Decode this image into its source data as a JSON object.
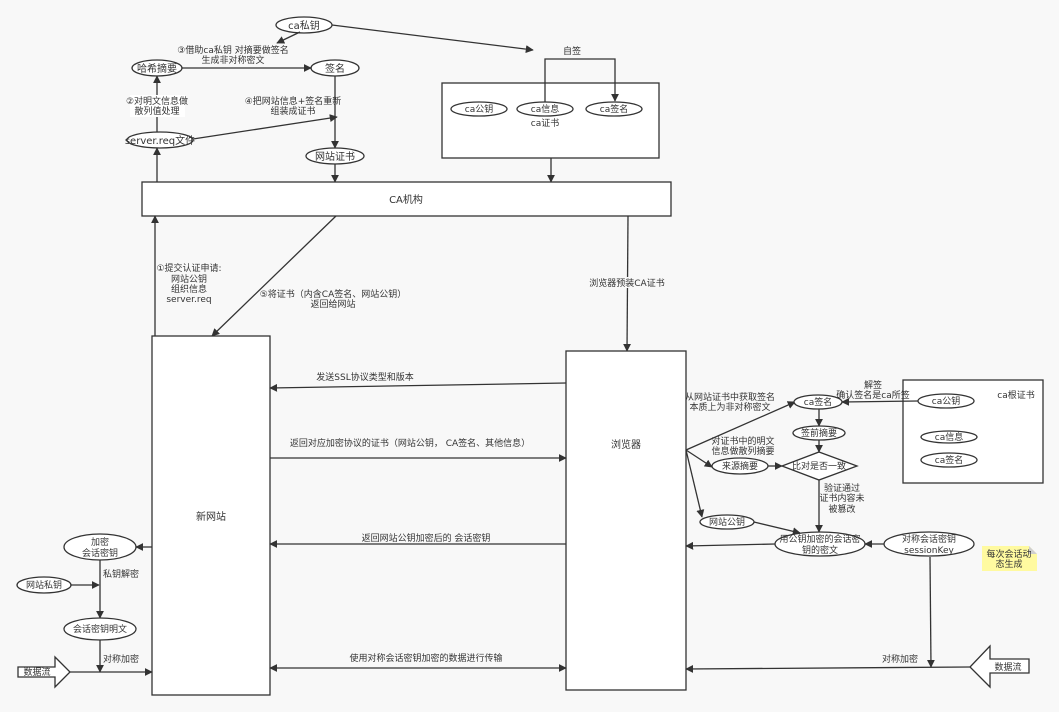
{
  "diagram": {
    "nodes": {
      "ca_private_key": "ca私钥",
      "hash_digest": "哈希摘要",
      "signature": "签名",
      "server_req_file": "server.req文件",
      "site_cert": "网站证书",
      "ca_org": "CA机构",
      "self_sign": "自签",
      "ca_cert": {
        "label": "ca证书",
        "public_key": "ca公钥",
        "info": "ca信息",
        "signature": "ca签名"
      },
      "website": "新网站",
      "browser": "浏览器",
      "encrypted_session_key": [
        "加密",
        "会话密钥"
      ],
      "site_private_key": "网站私钥",
      "session_key_plain": "会话密钥明文",
      "data_stream_left": "数据流",
      "data_stream_right": "数据流",
      "browser_ca_signature": "ca签名",
      "pre_sign_digest": "签前摘要",
      "compare": "比对是否一致",
      "source_digest": "来源摘要",
      "site_public_key": "网站公钥",
      "encrypted_session_cipher": [
        "用公钥加密的会话密",
        "钥的密文"
      ],
      "session_key": [
        "对称会话密钥",
        "sessionKey"
      ],
      "ca_root_cert": {
        "label": "ca根证书",
        "public_key": "ca公钥",
        "info": "ca信息",
        "signature": "ca签名"
      }
    },
    "edge_labels": {
      "step3": [
        "③借助ca私钥 对摘要做签名",
        "生成非对称密文"
      ],
      "step2": [
        "②对明文信息做",
        "散列值处理"
      ],
      "step4": [
        "④把网站信息+签名重新",
        "组装成证书"
      ],
      "step1": [
        "①提交认证申请:",
        "网站公钥",
        "组织信息",
        "server.req"
      ],
      "step5": [
        "⑤将证书（内含CA签名、网站公钥）",
        "返回给网站"
      ],
      "browser_preinstall": "浏览器预装CA证书",
      "send_ssl": "发送SSL协议类型和版本",
      "return_cert": "返回对应加密协议的证书（网站公钥， CA签名、其他信息）",
      "return_session_key": "返回网站公钥加密后的 会话密钥",
      "data_transfer": "使用对称会话密钥加密的数据进行传输",
      "private_key_decrypt": "私钥解密",
      "symmetric_encrypt_left": "对称加密",
      "symmetric_encrypt_right": "对称加密",
      "get_signature": [
        "从网站证书中获取签名",
        "本质上为非对称密文"
      ],
      "hash_plaintext": [
        "对证书中的明文",
        "信息做散列摘要"
      ],
      "verify_pass": [
        "验证通过",
        "证书内容未",
        "被篡改"
      ],
      "decrypt_sign": [
        "解签",
        "确认签名是ca所签"
      ]
    },
    "note": [
      "每次会话动",
      "态生成"
    ],
    "colors": {
      "background": "#f8f8f8",
      "stroke": "#333333",
      "note_fill": "#fffaa0"
    }
  }
}
